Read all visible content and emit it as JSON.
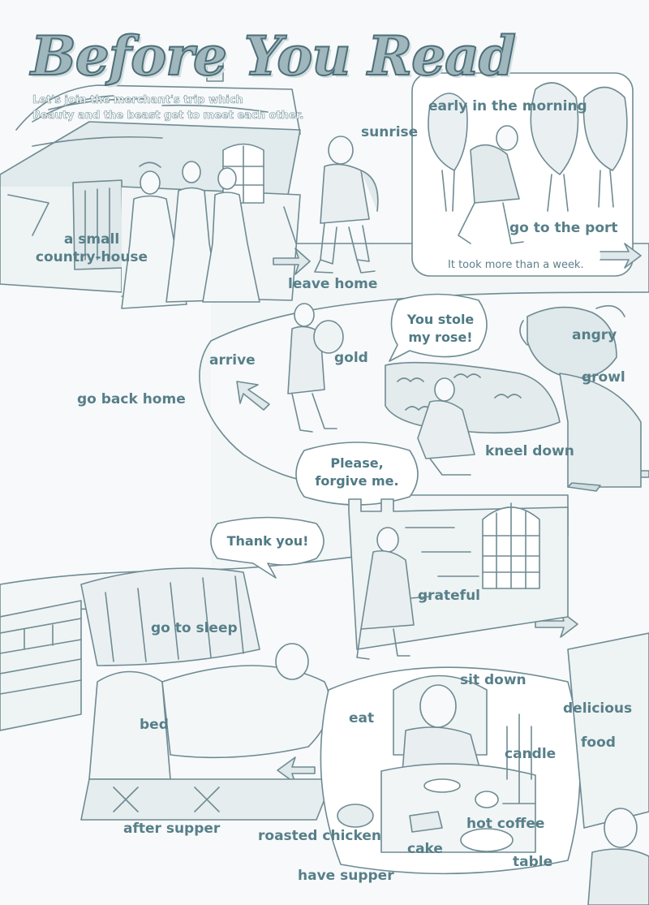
{
  "page": {
    "title": "Before You Read",
    "intro_line1": "Let's join the merchant's trip which",
    "intro_line2": "Beauty and the beast get to meet each other."
  },
  "labels": {
    "sunrise": "sunrise",
    "early_morning": "early in the morning",
    "small_house_1": "a small",
    "small_house_2": "country-house",
    "go_to_port": "go to the port",
    "week_note": "It took more than a week.",
    "leave_home": "leave home",
    "angry": "angry",
    "arrive": "arrive",
    "gold": "gold",
    "growl": "growl",
    "go_back_home": "go back home",
    "kneel_down": "kneel down",
    "grateful": "grateful",
    "go_to_sleep": "go to sleep",
    "sit_down": "sit down",
    "delicious": "delicious",
    "eat": "eat",
    "bed": "bed",
    "food": "food",
    "candle": "candle",
    "after_supper": "after supper",
    "hot_coffee": "hot coffee",
    "roasted_chicken": "roasted chicken",
    "cake": "cake",
    "table": "table",
    "have_supper": "have supper"
  },
  "speech": {
    "stole_1": "You stole",
    "stole_2": "my rose!",
    "forgive_1": "Please,",
    "forgive_2": "forgive me.",
    "thanks": "Thank you!"
  },
  "colors": {
    "ink": "#6f8b93",
    "label": "#577f89",
    "fill_light": "#eef3f4",
    "fill_mid": "#cfdde0",
    "title_fill": "#9fb6bd"
  }
}
